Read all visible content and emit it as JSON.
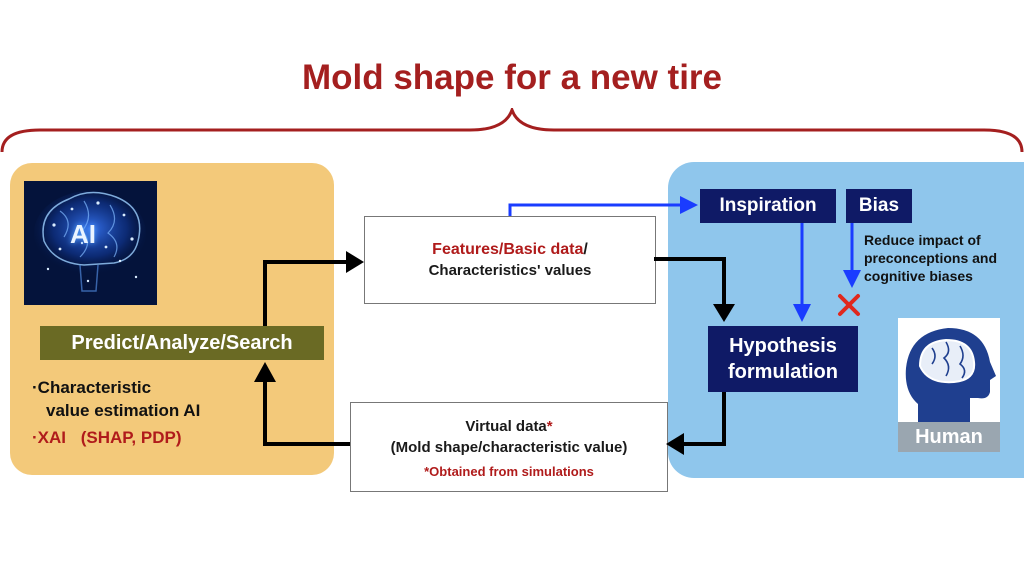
{
  "title": "Mold shape for a new tire",
  "ai_panel": {
    "image_label": "AI",
    "predict_label": "Predict/Analyze/Search",
    "bullet1_line1": "·Characteristic",
    "bullet1_line2": "value estimation AI",
    "bullet2_xai": "·XAI",
    "bullet2_methods": "(SHAP, PDP)"
  },
  "features_box": {
    "part_red": "Features/Basic data",
    "part_slash": "/",
    "line2": "Characteristics' values"
  },
  "virtual_box": {
    "line1": "Virtual data",
    "asterisk": "*",
    "line2": "(Mold shape/characteristic value)",
    "note": "*Obtained from simulations"
  },
  "human_panel": {
    "inspiration_label": "Inspiration",
    "bias_label": "Bias",
    "reduce_line1": "Reduce impact of",
    "reduce_line2": "preconceptions and",
    "reduce_line3": "cognitive biases",
    "hypothesis_line1": "Hypothesis",
    "hypothesis_line2": "formulation",
    "human_label": "Human"
  },
  "colors": {
    "title_red": "#a41f1f",
    "ai_panel": "#f3c97a",
    "human_panel": "#8fc6ec",
    "navy": "#0f1a66",
    "olive": "#6a6a24",
    "blue_arrow": "#1a3cff",
    "cross_red": "#e0281e"
  },
  "icons": [
    "ai-brain-image",
    "human-head-brain-icon",
    "cross-mark-icon"
  ]
}
